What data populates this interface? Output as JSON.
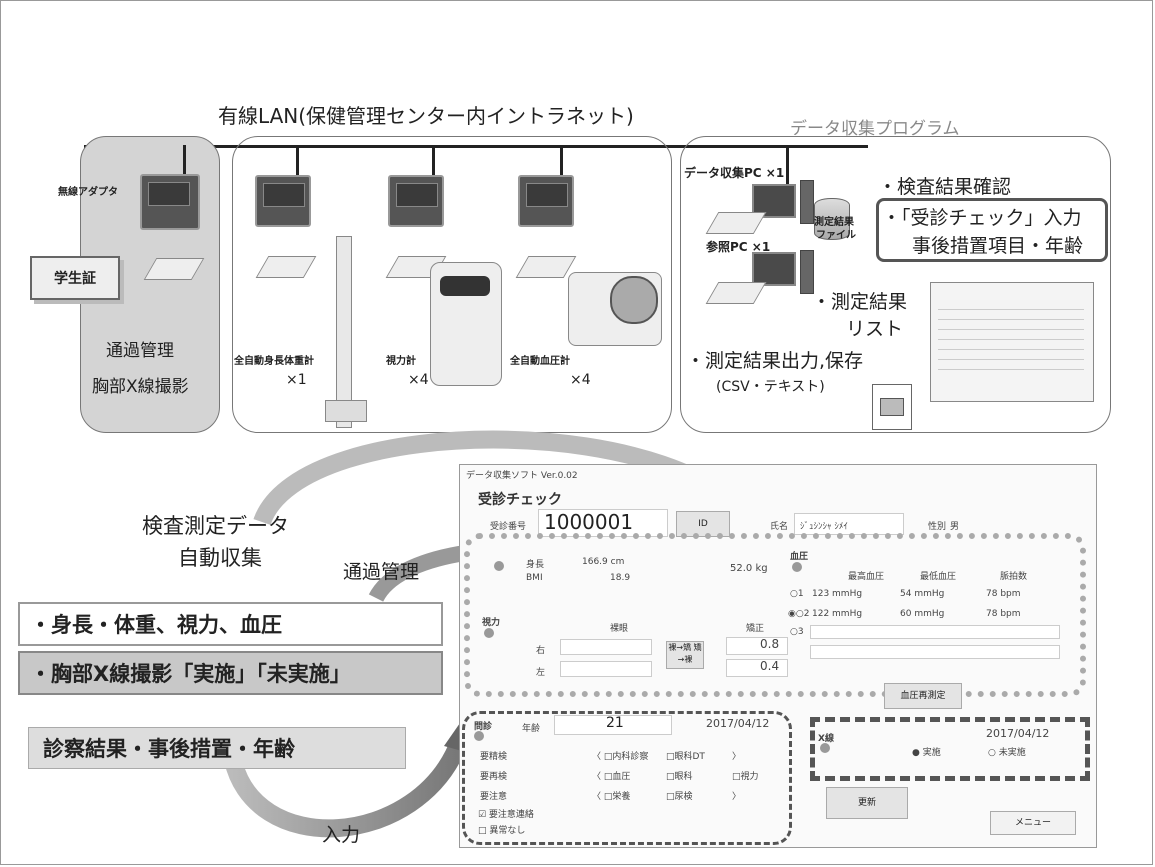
{
  "top": {
    "lan_title": "有線LAN(保健管理センター内イントラネット)",
    "program_label": "データ収集プログラム",
    "wireless_adapter": "無線アダプタ",
    "student_card": "学生証",
    "pass_mgmt": "通過管理",
    "chest_xray": "胸部X線撮影",
    "devices": [
      {
        "name": "全自動身長体重計",
        "count": "×1"
      },
      {
        "name": "視力計",
        "count": "×4"
      },
      {
        "name": "全自動血圧計",
        "count": "×4"
      }
    ],
    "collect_pc": "データ収集PC ×1",
    "ref_pc": "参照PC ×1",
    "result_file_1": "測定結果",
    "result_file_2": "ファイル",
    "check_result": "・検査結果確認",
    "input_line1": "・「受診チェック」入力",
    "input_line2": "事後措置項目・年齢",
    "result_list_1": "・測定結果",
    "result_list_2": "リスト",
    "output_save": "・測定結果出力,保存",
    "csv_text": "(CSV・テキスト)"
  },
  "bottom": {
    "auto_collect_1": "検査測定データ",
    "auto_collect_2": "自動収集",
    "pass_mgmt": "通過管理",
    "box1": "・身長・体重、視力、血圧",
    "box2": "・胸部X線撮影「実施」「未実施」",
    "box3": "診察結果・事後措置・年齢",
    "input": "入力"
  },
  "app": {
    "window_title": "データ収集ソフト Ver.0.02",
    "heading": "受診チェック",
    "id_label": "受診番号",
    "id_value": "1000001",
    "id_btn": "ID",
    "name_label": "氏名",
    "name_value": "ｼﾞｭｼﾝｼｬ ｼﾒｲ",
    "sex_label": "性別",
    "sex_value": "男",
    "height_label": "身長",
    "height_value": "166.9 cm",
    "weight_value": "52.0 kg",
    "bmi_label": "BMI",
    "bmi_value": "18.9",
    "bp_label": "血圧",
    "bp_cols": [
      "最高血圧",
      "最低血圧",
      "脈拍数"
    ],
    "bp_rows": [
      {
        "no": "○1",
        "sys": "123 mmHg",
        "dia": "54 mmHg",
        "pulse": "78 bpm"
      },
      {
        "no": "◉○2",
        "sys": "122 mmHg",
        "dia": "60 mmHg",
        "pulse": "78 bpm"
      },
      {
        "no": "○3",
        "sys": "",
        "dia": "",
        "pulse": ""
      }
    ],
    "vision_label": "視力",
    "vision_naked": "裸眼",
    "vision_corrected": "矯正",
    "vision_right": "右",
    "vision_left": "左",
    "vision_r_val": "0.8",
    "vision_l_val": "0.4",
    "vision_btn": "裸→矯 矯→裸",
    "interview_label": "問診",
    "age_label": "年齢",
    "age_value": "21",
    "date1": "2017/04/12",
    "bp_remeasure": "血圧再測定",
    "xray_label": "X線",
    "date2": "2017/04/12",
    "xray_done": "● 実施",
    "xray_notdone": "○ 未実施",
    "checks": [
      {
        "a": "要精検",
        "b": "〈 □内科診察",
        "c": "□眼科DT",
        "d": "〉"
      },
      {
        "a": "要再検",
        "b": "〈 □血圧",
        "c": "□眼科",
        "d": "□視力"
      },
      {
        "a": "要注意",
        "b": "〈 □栄養",
        "c": "□尿検",
        "d": "〉"
      }
    ],
    "check_uncheck": "☑ 要注意連絡",
    "no_problem": "□ 異常なし",
    "update_btn": "更新",
    "menu_btn": "メニュー"
  }
}
